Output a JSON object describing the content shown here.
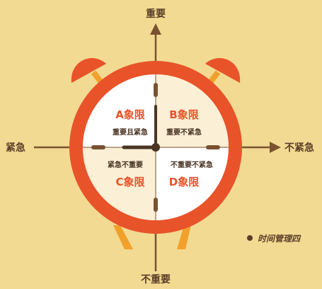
{
  "axes": {
    "top": "重要",
    "bottom": "不重要",
    "left": "紧急",
    "right": "不紧急"
  },
  "quadrants": [
    {
      "id": "a",
      "title": "A象限",
      "subtitle": "重要且紧急"
    },
    {
      "id": "b",
      "title": "B象限",
      "subtitle": "重要不紧急"
    },
    {
      "id": "c",
      "title": "C象限",
      "subtitle": "紧急不重要"
    },
    {
      "id": "d",
      "title": "D象限",
      "subtitle": "不重要不紧急"
    }
  ],
  "caption": "时间管理四",
  "colors": {
    "background": "#F2DA92",
    "clock_ring": "#E8532A",
    "quadrant_title": "#E8532A",
    "axis": "#7A5230",
    "bells": "#E8532A",
    "legs": "#F1A12B"
  }
}
